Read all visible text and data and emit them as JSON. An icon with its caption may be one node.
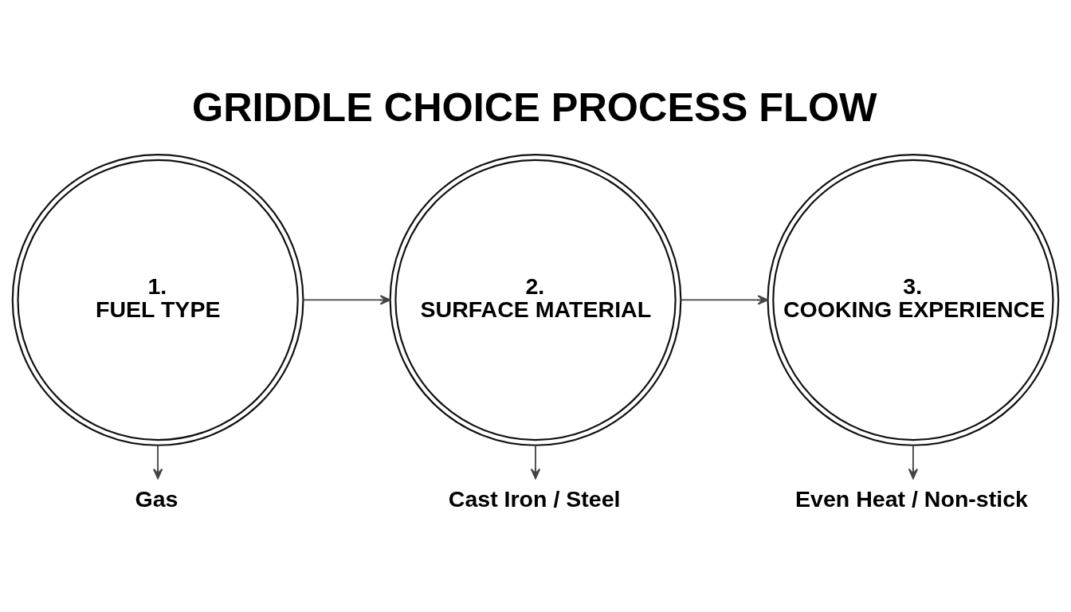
{
  "diagram": {
    "title": "GRIDDLE CHOICE PROCESS FLOW",
    "nodes": [
      {
        "text": [
          "1.",
          "FUEL TYPE"
        ]
      },
      {
        "text": [
          "2.",
          "SURFACE MATERIAL"
        ]
      },
      {
        "text": [
          "3.",
          "COOKING EXPERIENCE"
        ]
      },
      {
        "text": [
          "Gas"
        ]
      },
      {
        "text": [
          "Cast Iron / Steel"
        ]
      },
      {
        "text": [
          "Even Heat / Non-stick"
        ]
      }
    ],
    "edges": [
      {
        "from": 0,
        "to": 1,
        "arrow": "to"
      },
      {
        "from": 1,
        "to": 2,
        "arrow": "to"
      },
      {
        "from": 0,
        "to": 3,
        "arrow": "to"
      },
      {
        "from": 1,
        "to": 4,
        "arrow": "to"
      },
      {
        "from": 2,
        "to": 5,
        "arrow": "to"
      }
    ]
  }
}
